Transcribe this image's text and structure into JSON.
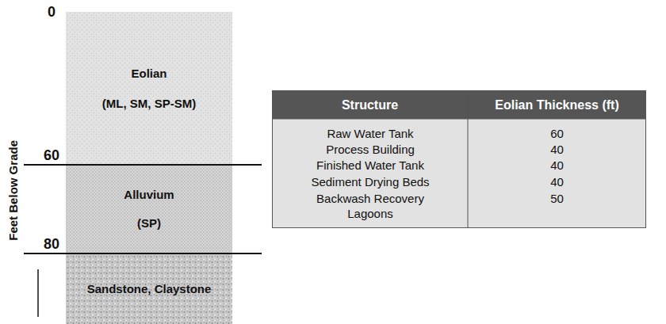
{
  "diagram": {
    "nodes": [
      {
        "text": [
          "Eolian",
          "(ML, SM, SP-SM)"
        ]
      },
      {
        "text": [
          "Alluvium",
          "(SP)"
        ]
      },
      {
        "text": [
          "Sandstone, Claystone"
        ]
      }
    ],
    "labels": [
      "0",
      "60",
      "80",
      "Feet Below Grade",
      "Structure",
      "Eolian Thickness (ft)",
      "Raw Water Tank",
      "60",
      "Process Building",
      "40",
      "Finished Water Tank",
      "40",
      "Sediment Drying Beds",
      "40",
      "Backwash Recovery Lagoons",
      "50"
    ]
  }
}
